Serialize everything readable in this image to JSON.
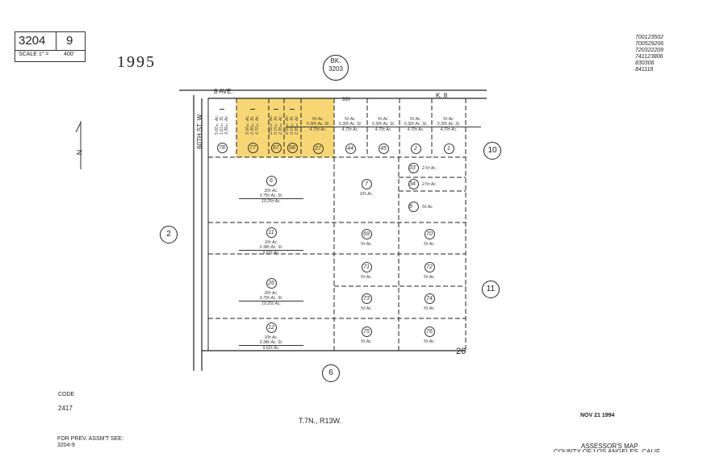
{
  "header": {
    "book": "3204",
    "page": "9",
    "scale_label": "SCALE 1\" =",
    "scale_value": "400'"
  },
  "year": "1995",
  "book_ref": {
    "label": "BK.",
    "value": "3203"
  },
  "reference_numbers": [
    "700123502",
    "700529206",
    "720322209",
    "741123806",
    "830306",
    "841118"
  ],
  "streets": {
    "top_left": "8 AVE.",
    "top_right": "K. 8",
    "left": "60TH ST. W.",
    "dim_top": "330",
    "corner_mark": "26"
  },
  "north_label": "N",
  "adjacent": {
    "right_top": "10",
    "left": "2",
    "right_bottom": "11",
    "bottom": "6"
  },
  "highlight_color": "#F7D774",
  "lots": [
    {
      "id": "78",
      "lines": [
        "5.00± Ac.",
        "1.61± St.",
        "3.39± Ac."
      ],
      "vertical": true,
      "highlight": false
    },
    {
      "id": "77",
      "lines": [
        "5.00± Ac.",
        "0.30± St.",
        "4.70± Ac."
      ],
      "vertical": true,
      "highlight": true
    },
    {
      "id": "67",
      "lines": [
        "2.50± Ac.",
        "0.15± St.",
        "2.35± Ac."
      ],
      "vertical": true,
      "highlight": true
    },
    {
      "id": "68",
      "lines": [
        "2.50± Ac.",
        "0.15± St.",
        "2.35± Ac."
      ],
      "vertical": true,
      "highlight": true
    },
    {
      "id": "27",
      "lines": [
        "5± Ac.",
        "0.30± Ac. St.",
        "4.70± Ac."
      ],
      "vertical": false,
      "highlight": true
    },
    {
      "id": "44",
      "lines": [
        "5± Ac.",
        "0.30± Ac. St.",
        "4.70± Ac."
      ],
      "vertical": false,
      "highlight": false
    },
    {
      "id": "45",
      "lines": [
        "5± Ac.",
        "0.30± Ac. St.",
        "4.70± Ac."
      ],
      "vertical": false,
      "highlight": false
    },
    {
      "id": "2",
      "lines": [
        "5± Ac.",
        "0.30± Ac. St.",
        "4.70± Ac."
      ],
      "vertical": false,
      "highlight": false
    },
    {
      "id": "1",
      "lines": [
        "5± Ac.",
        "0.30± Ac. St.",
        "4.70± Ac."
      ],
      "vertical": false,
      "highlight": false
    },
    {
      "id": "6",
      "lines": [
        "20± Ac.",
        "0.75± Ac. St.",
        "19.25± Ac."
      ],
      "vertical": false,
      "highlight": false
    },
    {
      "id": "7",
      "lines": [
        "10± Ac."
      ],
      "vertical": false,
      "highlight": false
    },
    {
      "id": "33",
      "lines": [
        "2.5± Ac."
      ],
      "vertical": false,
      "highlight": false,
      "inline": true
    },
    {
      "id": "34",
      "lines": [
        "2.5± Ac."
      ],
      "vertical": false,
      "highlight": false,
      "inline": true
    },
    {
      "id": "9",
      "lines": [
        "5± Ac."
      ],
      "vertical": false,
      "highlight": false,
      "inline": true
    },
    {
      "id": "11",
      "lines": [
        "10± Ac.",
        "0.38± Ac. St.",
        "9.62± Ac."
      ],
      "vertical": false,
      "highlight": false
    },
    {
      "id": "69",
      "lines": [
        "5± Ac."
      ],
      "vertical": false,
      "highlight": false
    },
    {
      "id": "70",
      "lines": [
        "5± Ac."
      ],
      "vertical": false,
      "highlight": false
    },
    {
      "id": "26",
      "lines": [
        "20± Ac.",
        "0.75± Ac. St.",
        "19.25± Ac."
      ],
      "vertical": false,
      "highlight": false
    },
    {
      "id": "71",
      "lines": [
        "5± Ac."
      ],
      "vertical": false,
      "highlight": false
    },
    {
      "id": "72",
      "lines": [
        "5± Ac."
      ],
      "vertical": false,
      "highlight": false
    },
    {
      "id": "73",
      "lines": [
        "5± Ac."
      ],
      "vertical": false,
      "highlight": false
    },
    {
      "id": "74",
      "lines": [
        "5± Ac."
      ],
      "vertical": false,
      "highlight": false
    },
    {
      "id": "12",
      "lines": [
        "10± Ac.",
        "0.38± Ac. St.",
        "9.62± Ac."
      ],
      "vertical": false,
      "highlight": false
    },
    {
      "id": "75",
      "lines": [
        "5± Ac."
      ],
      "vertical": false,
      "highlight": false
    },
    {
      "id": "76",
      "lines": [
        "5± Ac."
      ],
      "vertical": false,
      "highlight": false
    }
  ],
  "footer": {
    "code_label": "CODE",
    "code_value": "2417",
    "township": "T.7N., R13W.",
    "prev_label": "FOR PREV. ASSM'T SEE:",
    "prev_value": "3204-9",
    "date": "NOV 21 1994",
    "map_title": "ASSESSOR'S MAP",
    "county": "COUNTY OF LOS ANGELES, CALIF."
  }
}
